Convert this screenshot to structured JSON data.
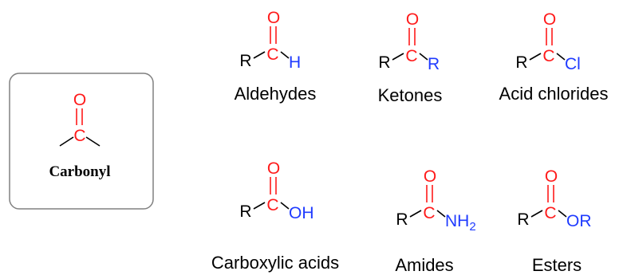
{
  "colors": {
    "carbon_oxygen": "#ff1a1a",
    "substituent": "#1f3bff",
    "bond": "#000000",
    "box_border": "#808080"
  },
  "carbonyl": {
    "label": "Carbonyl",
    "atom_c": "C",
    "atom_o": "O"
  },
  "groups": [
    {
      "name": "Aldehydes",
      "left": "R",
      "right": "H"
    },
    {
      "name": "Ketones",
      "left": "R",
      "right": "R"
    },
    {
      "name": "Acid chlorides",
      "left": "R",
      "right": "Cl"
    },
    {
      "name": "Carboxylic acids",
      "left": "R",
      "right": "OH"
    },
    {
      "name": "Amides",
      "left": "R",
      "right": "NH",
      "right_sub": "2"
    },
    {
      "name": "Esters",
      "left": "R",
      "right": "OR"
    }
  ]
}
